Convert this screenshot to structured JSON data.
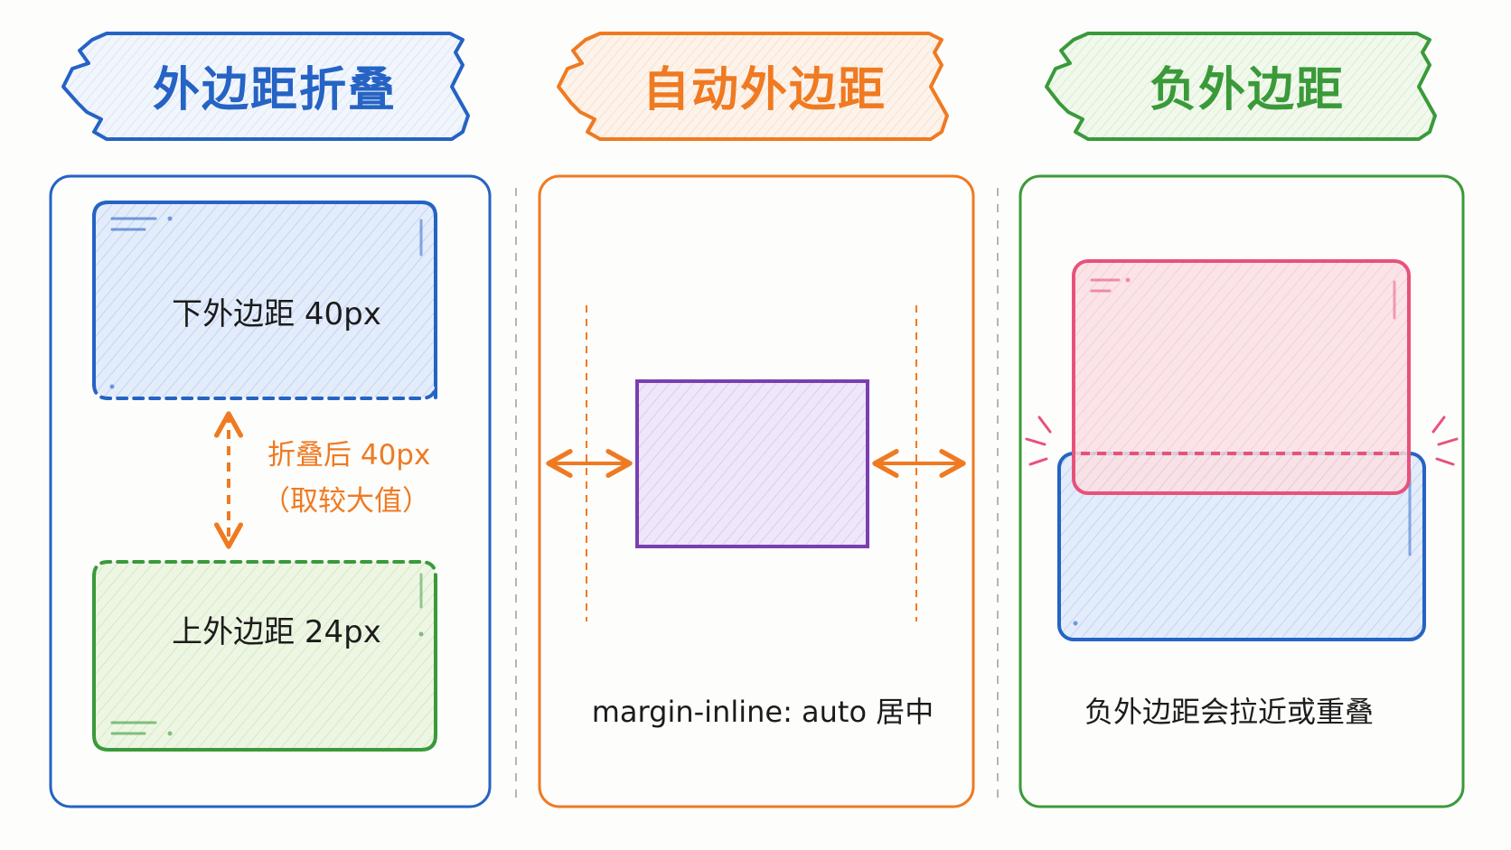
{
  "colors": {
    "blue": "#2563c4",
    "orange": "#ef7a22",
    "green": "#3a9a3a",
    "purple": "#7a3fb0",
    "pink": "#e8527a"
  },
  "panels": [
    {
      "title": "外边距折叠",
      "box_top_label": "下外边距 40px",
      "box_bottom_label": "上外边距 24px",
      "collapse_note_line1": "折叠后 40px",
      "collapse_note_line2": "（取较大值）"
    },
    {
      "title": "自动外边距",
      "caption": "margin-inline: auto 居中"
    },
    {
      "title": "负外边距",
      "caption": "负外边距会拉近或重叠"
    }
  ]
}
